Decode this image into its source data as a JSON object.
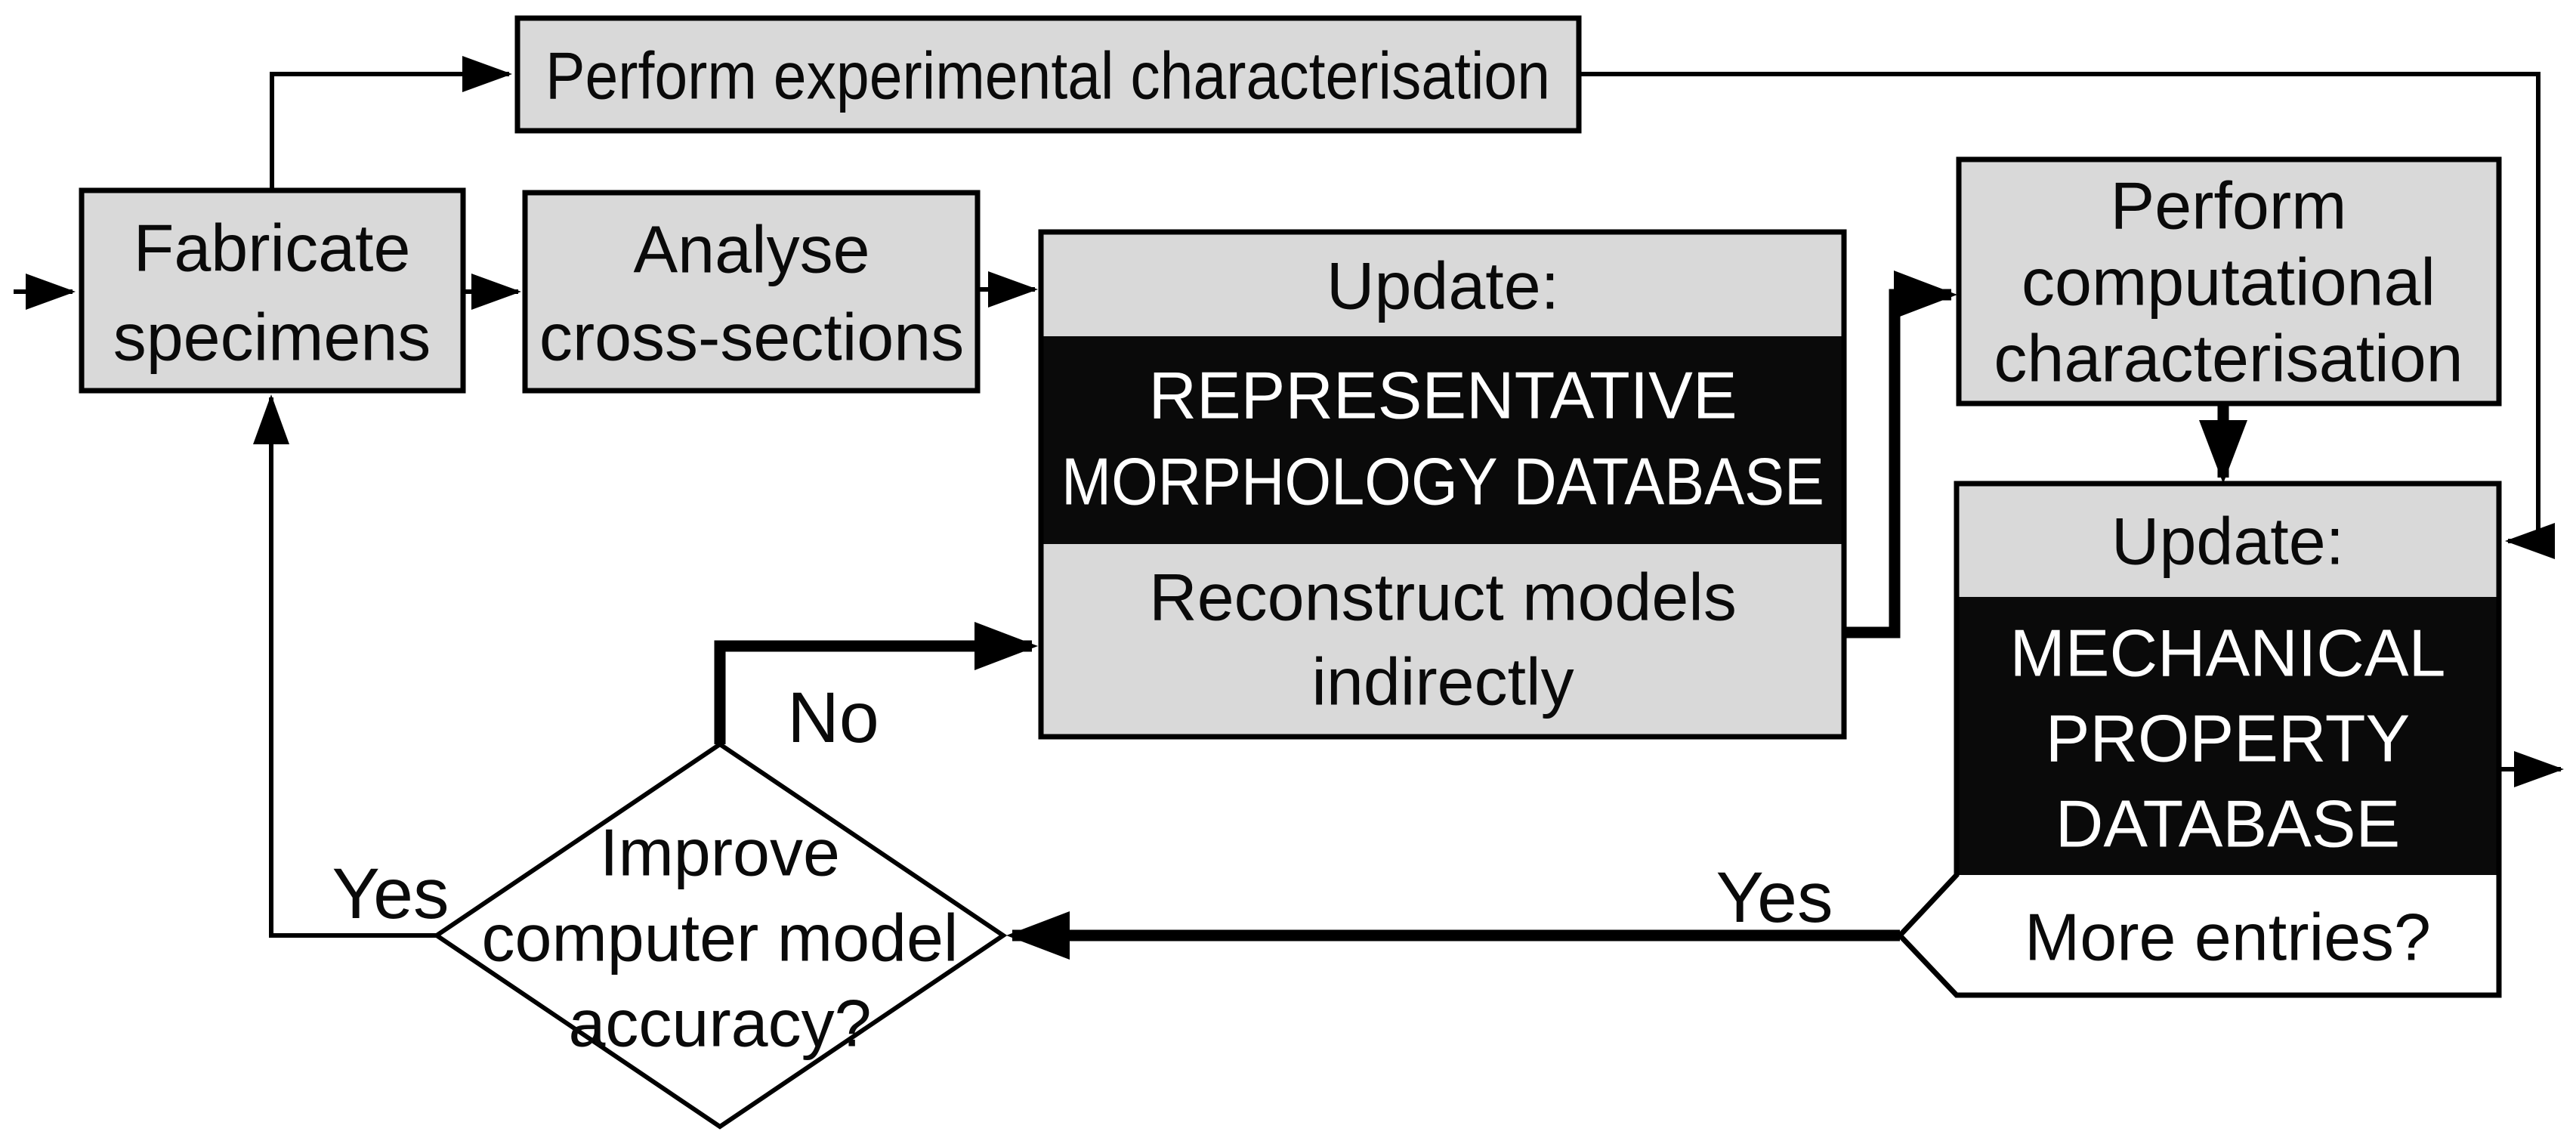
{
  "diagram": {
    "colors": {
      "background": "#ffffff",
      "node_fill": "#d9d9d9",
      "node_border": "#000000",
      "db_fill": "#0a0a0a",
      "db_text": "#ffffff",
      "line": "#000000",
      "text": "#0a0a0a"
    },
    "nodes": {
      "fabricate": {
        "line1": "Fabricate",
        "line2": "specimens"
      },
      "experimental": {
        "line1": "Perform experimental characterisation"
      },
      "analyse": {
        "line1": "Analyse",
        "line2": "cross-sections"
      },
      "morphology": {
        "update": "Update:",
        "db1": "REPRESENTATIVE",
        "db2": "MORPHOLOGY DATABASE",
        "action1": "Reconstruct models",
        "action2": "indirectly"
      },
      "computational": {
        "line1": "Perform",
        "line2": "computational",
        "line3": "characterisation"
      },
      "mechanical": {
        "update": "Update:",
        "db1": "MECHANICAL",
        "db2": "PROPERTY",
        "db3": "DATABASE",
        "question": "More entries?"
      },
      "decision": {
        "line1": "Improve",
        "line2": "computer model",
        "line3": "accuracy?"
      }
    },
    "labels": {
      "yes_left": "Yes",
      "no": "No",
      "yes_right": "Yes"
    }
  }
}
